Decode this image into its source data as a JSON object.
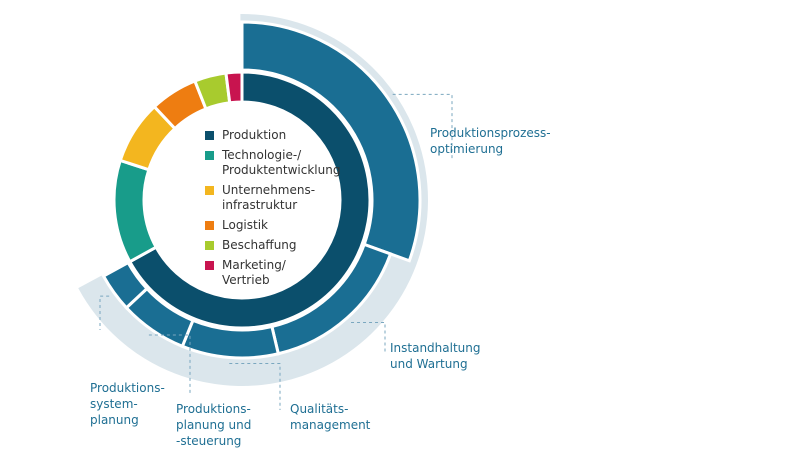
{
  "chart_data": {
    "type": "donut",
    "inner_ring": {
      "segments": [
        {
          "name": "Produktion",
          "value": 67,
          "color": "#0b4f6c"
        },
        {
          "name": "Technologie-/\nProduktentwicklung",
          "value": 13,
          "color": "#189c8a"
        },
        {
          "name": "Unternehmens-\ninfrastruktur",
          "value": 8,
          "color": "#f3b61f"
        },
        {
          "name": "Logistik",
          "value": 6,
          "color": "#ee7d11"
        },
        {
          "name": "Beschaffung",
          "value": 4,
          "color": "#a8cb2e"
        },
        {
          "name": "Marketing/\nVertrieb",
          "value": 2,
          "color": "#c8144f"
        }
      ]
    },
    "outer_ring": {
      "parent": "Produktion",
      "color": "#1a6e93",
      "segments": [
        {
          "name": "Produktionsprozess-\noptimierung",
          "value": 31
        },
        {
          "name": "Instandhaltung\nund Wartung",
          "value": 16
        },
        {
          "name": "Qualitäts-\nmanagement",
          "value": 10
        },
        {
          "name": "Produktions-\nplanung und\n-steuerung",
          "value": 7
        },
        {
          "name": "Produktions-\nsystem-\nplanung",
          "value": 4
        }
      ]
    }
  },
  "colors": {
    "outer": "#1a6e93",
    "halo": "#dbe6ec",
    "callout_text": "#1f6f93",
    "leader": "#7aa7bf"
  }
}
